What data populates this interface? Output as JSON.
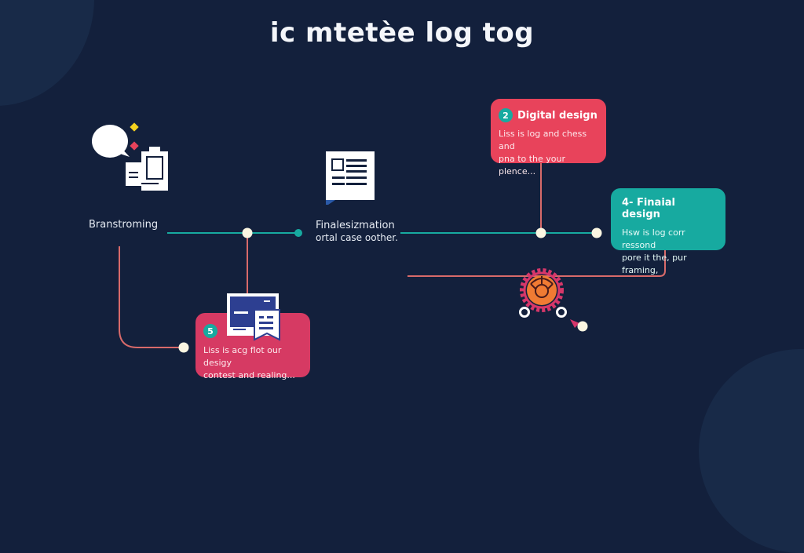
{
  "title": "ic mtetèe log tog",
  "colors": {
    "background": "#13203c",
    "teal": "#17aaa0",
    "red": "#e8435b",
    "pink": "#d63a63",
    "connector_salmon": "#d86a6a",
    "node_cream": "#fbf6e2",
    "gear_orange": "#f07b33"
  },
  "stages": {
    "brainstorming": {
      "label": "Branstroming"
    },
    "finalization": {
      "label": "Finalesizmation",
      "subtitle": "ortal case oother."
    },
    "digital_design": {
      "number": "2",
      "title": "Digital design",
      "body_line1": "Liss is log and chess and",
      "body_line2": "pna to the your plence..."
    },
    "final_design": {
      "title": "4- Finaial design",
      "body_line1": "Hsw is log corr ressond",
      "body_line2": "pore it the, pur framing,"
    },
    "step5": {
      "number": "5",
      "body_line1": "Liss is acg flot our desigy",
      "body_line2": "contest and realing..."
    }
  },
  "icons": [
    "speech-bubble-icon",
    "documents-icon",
    "article-icon",
    "browser-window-icon",
    "gear-icon"
  ]
}
